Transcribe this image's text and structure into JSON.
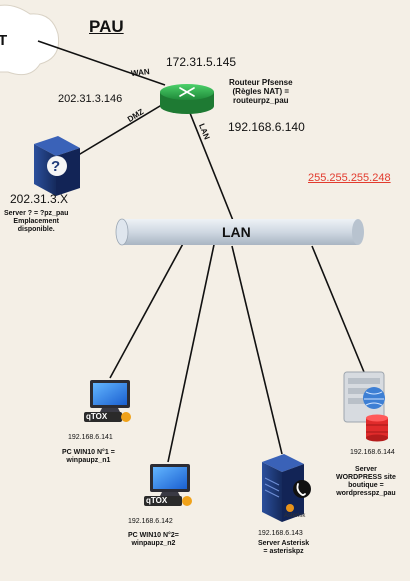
{
  "title": "PAU",
  "cloud_text": "T",
  "router": {
    "wan_ip": "172.31.5.145",
    "dmz_ip": "202.31.3.146",
    "lan_ip": "192.168.6.140",
    "label_lines": [
      "Routeur Pfsense",
      "(Règles NAT) =",
      "routeurpz_pau"
    ]
  },
  "links": {
    "wan": "WAN",
    "dmz": "DMZ",
    "lan": "LAN"
  },
  "dmz_server": {
    "ip": "202.31.3.X",
    "label_lines": [
      "Server ? = ?pz_pau",
      "Emplacement",
      "disponible."
    ]
  },
  "netmask": "255.255.255.248",
  "lan_bus": "LAN",
  "pc1": {
    "ip": "192.168.6.141",
    "label_lines": [
      "PC WIN10 N°1 =",
      "winpaupz_n1"
    ],
    "badge": "qTOX"
  },
  "pc2": {
    "ip": "192.168.6.142",
    "label_lines": [
      "PC WIN10 N°2=",
      "winpaupz_n2"
    ],
    "badge": "qTOX"
  },
  "asterisk": {
    "ip": "192.168.6.143",
    "label_lines": [
      "Server Asterisk",
      "= asteriskpz"
    ],
    "brand": "Asterisk"
  },
  "wordpress": {
    "ip": "192.168.6.144",
    "label_lines": [
      "Server",
      "WORDPRESS site",
      "boutique =",
      "wordpresspz_pau"
    ]
  },
  "colors": {
    "background": "#f4efe6",
    "router": "#2aa84a",
    "server": "#1f3b7a",
    "mask": "#e23b2e",
    "bus": "#cdd6e0"
  }
}
